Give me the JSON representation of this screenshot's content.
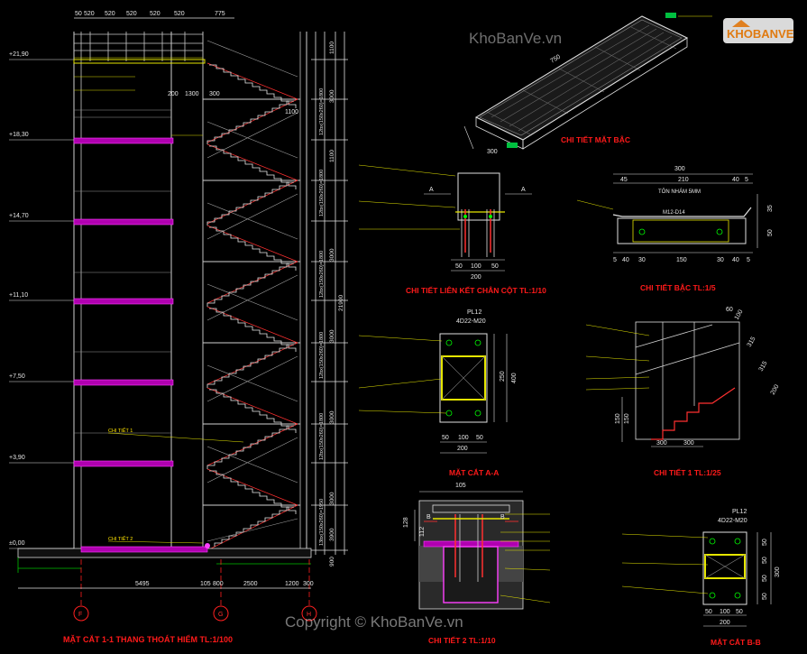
{
  "watermarks": {
    "site": "KhoBanVe.vn",
    "logo": "KHOBANVE",
    "copyright": "Copyright © KhoBanVe.vn"
  },
  "elevation": {
    "top_dims": [
      "50",
      "520",
      "520",
      "520",
      "520",
      "520",
      "775"
    ],
    "levels": [
      "+21,90",
      "+18,30",
      "+14,70",
      "+11,10",
      "+7,50",
      "+3,90",
      "±0,00"
    ],
    "right_dims": [
      "1100",
      "3000",
      "1100",
      "3000",
      "3000",
      "3000",
      "3000",
      "3900",
      "900"
    ],
    "stair_dims": [
      "12bx(150x260)=1800",
      "12bx(150x260)=1800",
      "12bx(150x260)=1800",
      "12bx(150x260)=1800",
      "12bx(150x260)=1800",
      "13bx(150x260)=1950"
    ],
    "total_height": "21900",
    "land_dims": [
      "200",
      "1300",
      "300",
      "1100"
    ],
    "bottom_dims": [
      "5495",
      "105",
      "800",
      "2500",
      "1200",
      "300"
    ],
    "axes": [
      "F",
      "G",
      "H"
    ],
    "detail_1_tag": "CHI TIẾT 1",
    "detail_2_tag": "CHI TIẾT 2",
    "title": "MẶT CẮT 1-1 THANG THOÁT HIỂM  TL:1/100"
  },
  "detail_tread": {
    "dim_length": "750",
    "dim_width": "300",
    "title": "CHI TIẾT MẶT BẬC"
  },
  "detail_column": {
    "labels": [
      "A",
      "A"
    ],
    "dims": [
      "50",
      "100",
      "50",
      "200"
    ],
    "title": "CHI TIẾT LIÊN KẾT CHÂN CỘT  TL:1/10"
  },
  "detail_step": {
    "top_dim": "300",
    "mid_dims": [
      "45",
      "210",
      "40",
      "5"
    ],
    "inner_text": "TÔN NHÁM 5MM",
    "bolt": "M12-D14",
    "side_dims": [
      "35",
      "50"
    ],
    "bottom_dims": [
      "5",
      "40",
      "30",
      "150",
      "30",
      "40",
      "5"
    ],
    "title": "CHI TIẾT BẬC  TL:1/5"
  },
  "section_aa": {
    "top": [
      "PL12",
      "4D22-M20"
    ],
    "dims": [
      "50",
      "100",
      "50",
      "200"
    ],
    "side_dims": [
      "250",
      "400"
    ],
    "title": "MẶT CẮT A-A"
  },
  "detail_1": {
    "dims": [
      "60",
      "100",
      "315",
      "315",
      "200",
      "150",
      "150",
      "300",
      "300"
    ],
    "title": "CHI TIẾT 1  TL:1/25"
  },
  "detail_2": {
    "dims": [
      "105",
      "128",
      "112"
    ],
    "sections": [
      "B",
      "B"
    ],
    "title": "CHI TIẾT 2  TL:1/10"
  },
  "section_bb": {
    "top": [
      "PL12",
      "4D22-M20"
    ],
    "side_dims": [
      "50",
      "50",
      "50",
      "50",
      "300"
    ],
    "bottom_dims": [
      "50",
      "100",
      "50",
      "200"
    ],
    "title": "MẶT CẮT B-B"
  }
}
